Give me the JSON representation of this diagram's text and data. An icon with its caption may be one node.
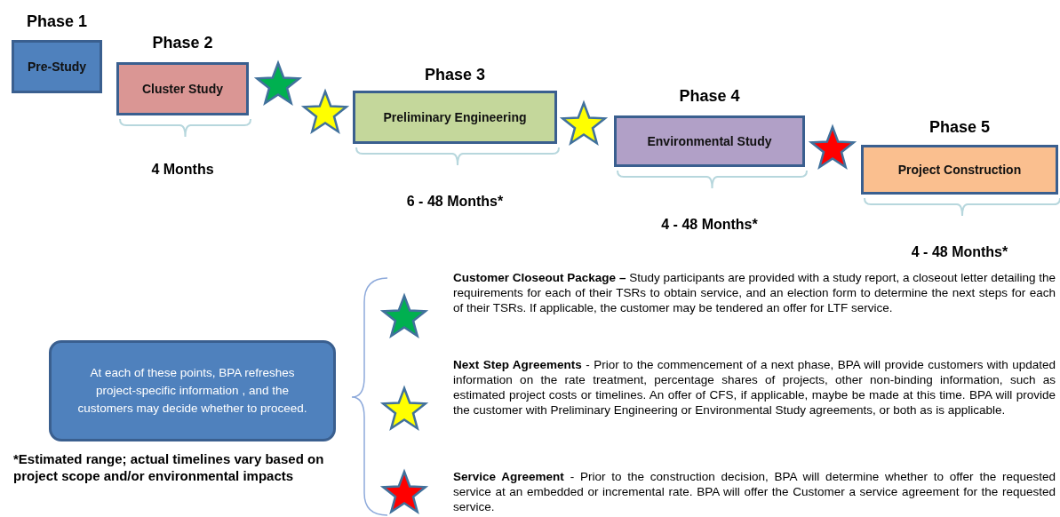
{
  "diagram": {
    "nodes": [
      {
        "text": [
          "Phase 1",
          "Pre-Study"
        ]
      },
      {
        "text": [
          "Phase 2",
          "Cluster Study"
        ],
        "beside": [
          "4 Months"
        ]
      },
      {
        "text": [
          "Phase 3",
          "Preliminary Engineering"
        ],
        "beside": [
          "6 - 48 Months*"
        ]
      },
      {
        "text": [
          "Phase 4",
          "Environmental Study"
        ],
        "beside": [
          "4 - 48 Months*"
        ]
      },
      {
        "text": [
          "Phase 5",
          "Project Construction"
        ],
        "beside": [
          "4 - 48 Months*"
        ]
      },
      {
        "text": [
          "At each of these points, BPA refreshes project-specific information , and the customers may  decide whether to proceed."
        ]
      },
      {
        "text": [],
        "shape": "star"
      },
      {
        "text": [],
        "shape": "star"
      },
      {
        "text": [],
        "shape": "star"
      },
      {
        "text": [],
        "shape": "star"
      },
      {
        "text": [],
        "shape": "star"
      },
      {
        "text": [],
        "shape": "star"
      },
      {
        "text": [],
        "shape": "star"
      }
    ],
    "labels": [
      "**Customer Closeout Package –** Study participants are provided with a study report, a closeout letter detailing the requirements for each of their TSRs to obtain service, and an election form to determine the next steps for each of their TSRs. If applicable, the customer may be tendered an offer for LTF service.",
      "**Next Step Agreements** - Prior to the commencement of a next phase, BPA will provide customers with updated information on the rate treatment, percentage shares of projects, other non-binding information, such as estimated project costs or timelines. An offer of CFS, if applicable, maybe be made at this time. BPA will provide the customer with Preliminary Engineering or Environmental Study agreements, or both as is applicable.",
      "**Service Agreement** - Prior to the construction decision, BPA will determine whether to offer the requested service at an embedded or incremental rate.  BPA will offer the Customer a service agreement for the requested service.",
      "*Estimated range; actual timelines vary based on project scope and/or environmental impacts"
    ]
  }
}
